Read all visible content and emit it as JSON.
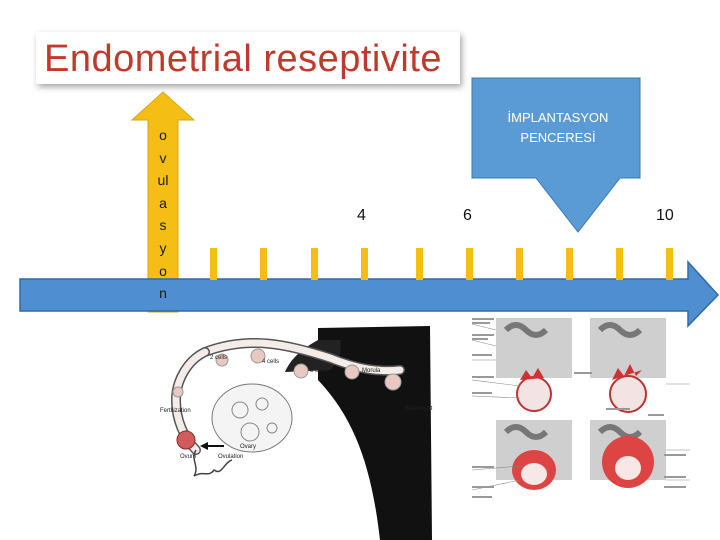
{
  "slide": {
    "title": "Endometrial reseptivite",
    "ovulation_letters": [
      "o",
      "v",
      "ul",
      "a",
      "s",
      "y",
      "o",
      "n"
    ],
    "window_label_line1": "İMPLANTASYON",
    "window_label_line2": "PENCERESİ",
    "day_labels": [
      {
        "key": "d4",
        "text": "4"
      },
      {
        "key": "d6",
        "text": "6"
      },
      {
        "key": "d10",
        "text": "10"
      }
    ],
    "embryo_labels": [
      "2 cells",
      "4 cells",
      "8 cells",
      "Morula",
      "Blastocyst",
      "Fertilization",
      "Ovum",
      "Ovary",
      "Ovulation"
    ],
    "colors": {
      "title": "#c0392b",
      "arrow": "#4f8ed1",
      "ticks": "#f4be14",
      "window": "#5b9bd5"
    }
  }
}
